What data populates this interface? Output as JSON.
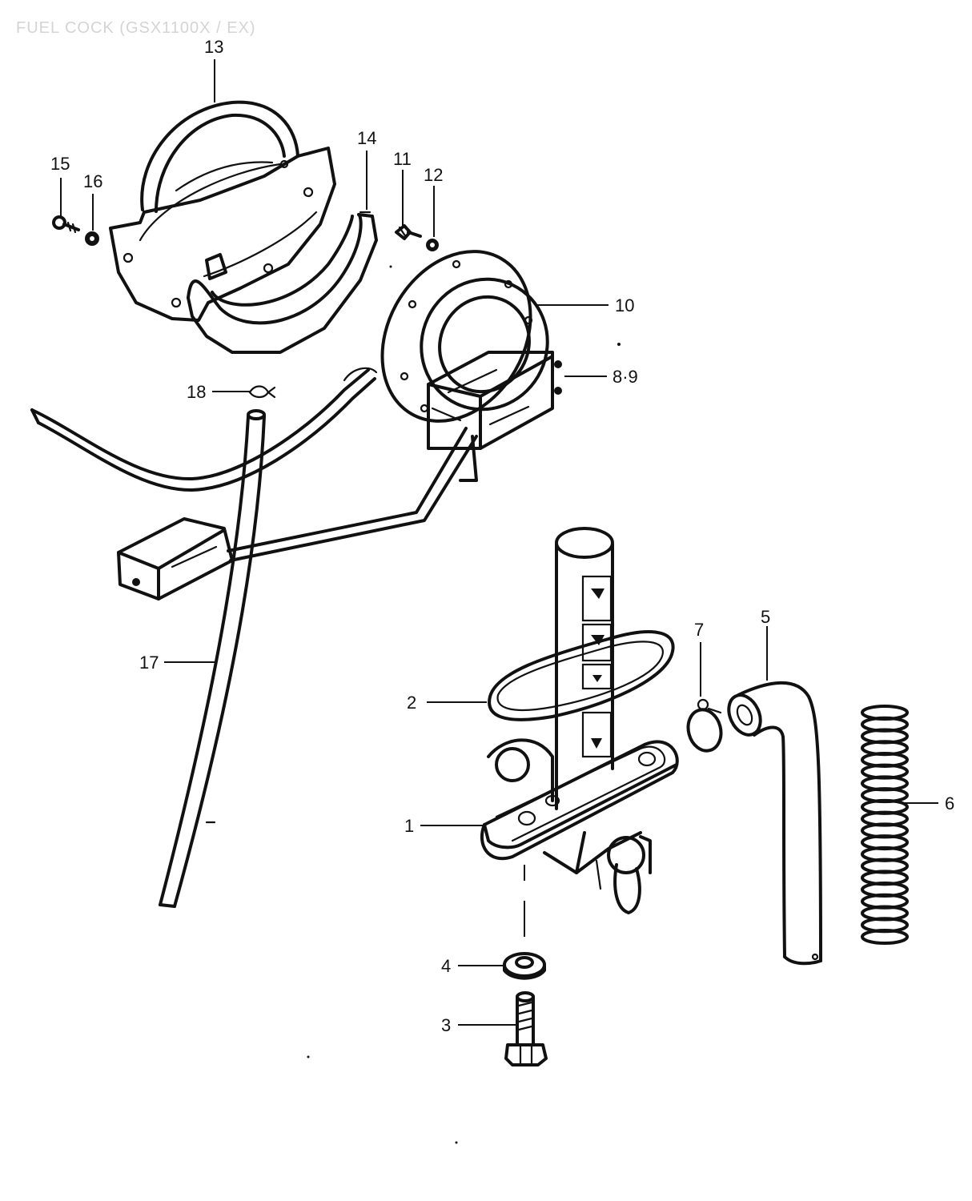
{
  "title": "FUEL COCK (GSX1100X / EX)",
  "callouts": {
    "c1": "1",
    "c2": "2",
    "c3": "3",
    "c4": "4",
    "c5": "5",
    "c6": "6",
    "c7": "7",
    "c8_9": "8·9",
    "c10": "10",
    "c11": "11",
    "c12": "12",
    "c13": "13",
    "c14": "14",
    "c15": "15",
    "c16": "16",
    "c17": "17",
    "c18": "18"
  },
  "colors": {
    "ink": "#111111",
    "paper": "#ffffff",
    "title_gray": "#d4d4d4"
  }
}
